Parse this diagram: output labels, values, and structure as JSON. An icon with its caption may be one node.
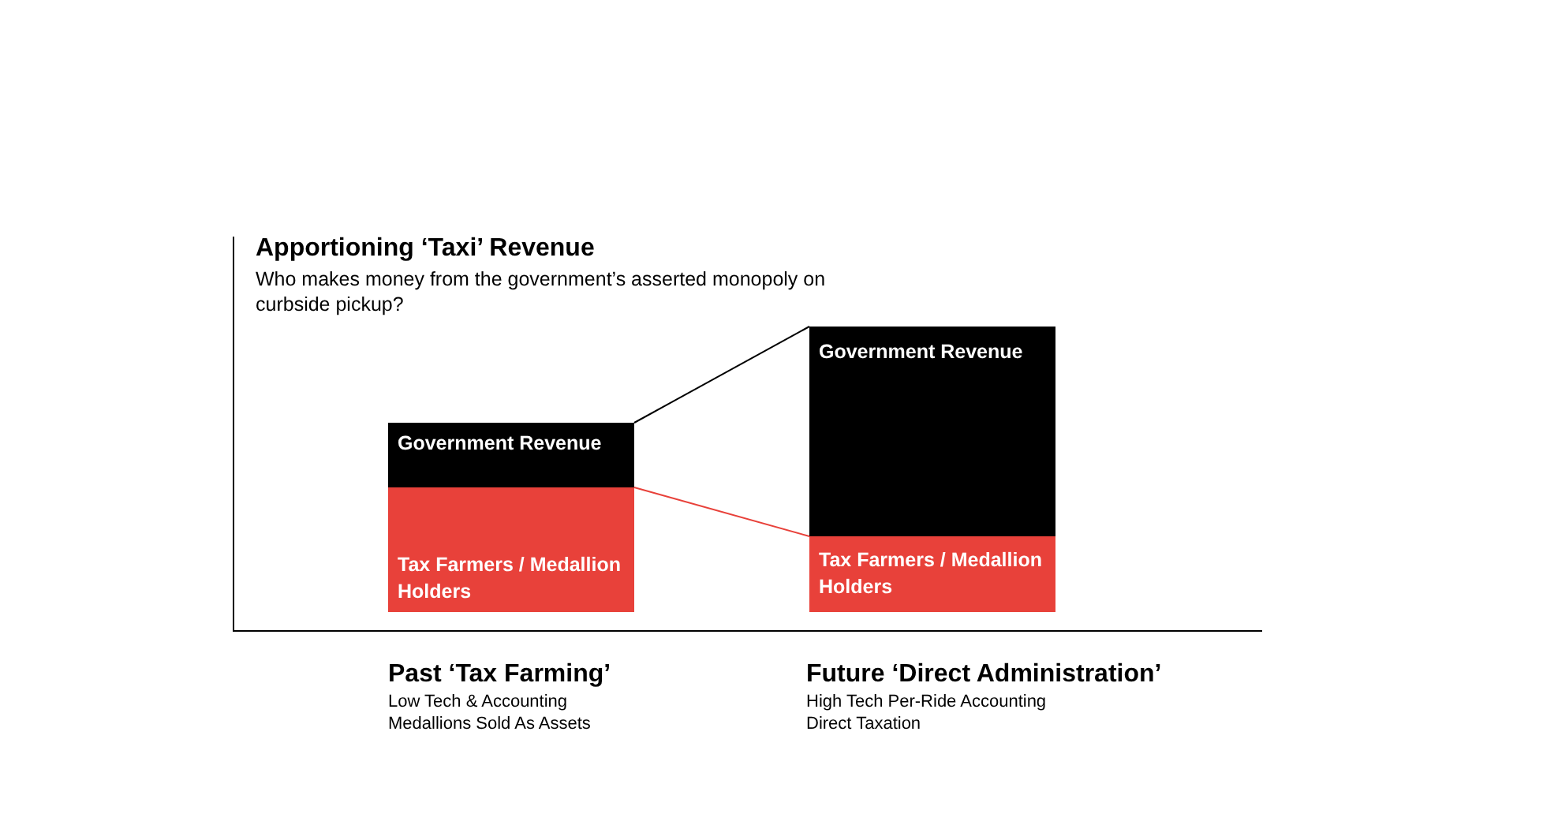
{
  "diagram": {
    "title": "Apportioning ‘Taxi’ Revenue",
    "nodes": [
      {
        "text": [
          "Government Revenue"
        ]
      },
      {
        "text": [
          "Tax Farmers / Medallion Holders"
        ]
      },
      {
        "text": [
          "Government Revenue"
        ]
      },
      {
        "text": [
          "Tax Farmers / Medallion Holders"
        ]
      }
    ],
    "edges": [
      {
        "from": 0,
        "to": 2,
        "arrow": "none"
      },
      {
        "from": 1,
        "to": 3,
        "arrow": "none",
        "color": "#e8413a"
      }
    ],
    "labels": [
      "Who makes money from the government’s asserted monopoly on curbside pickup?",
      "Past ‘Tax Farming’",
      "Low Tech & Accounting",
      "Medallions Sold As Assets",
      "Future ‘Direct Administration’",
      "High Tech Per-Ride Accounting",
      "Direct Taxation"
    ]
  }
}
